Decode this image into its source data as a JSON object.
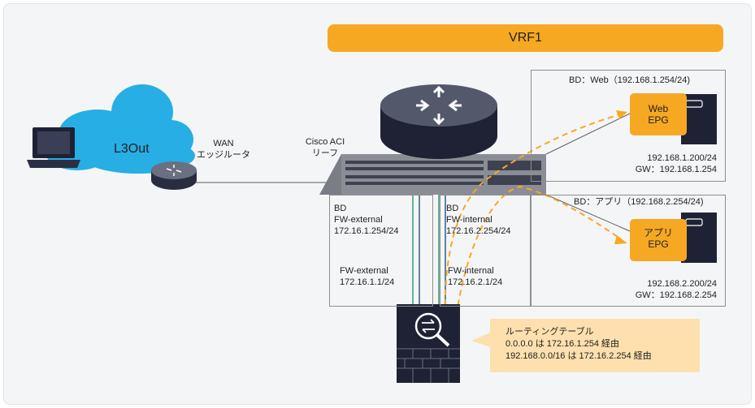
{
  "vrf": {
    "label": "VRF1"
  },
  "cloud": {
    "label": "L3Out"
  },
  "wan_router": {
    "label_line1": "WAN",
    "label_line2": "エッジルータ"
  },
  "leaf": {
    "label_line1": "Cisco ACI",
    "label_line2": "リーフ"
  },
  "bd_web": {
    "title": "BD：Web（192.168.1.254/24)",
    "epg_line1": "Web",
    "epg_line2": "EPG",
    "ip": "192.168.1.200/24",
    "gw": "GW：192.168.1.254"
  },
  "bd_app": {
    "title": "BD：アプリ（192.168.2.254/24)",
    "epg_line1": "アプリ",
    "epg_line2": "EPG",
    "ip": "192.168.2.200/24",
    "gw": "GW：192.168.2.254"
  },
  "bd_fw_external": {
    "line1": "BD",
    "line2": "FW-external",
    "line3": "172.16.1.254/24",
    "iface_name": "FW-external",
    "iface_ip": "172.16.1.1/24"
  },
  "bd_fw_internal": {
    "line1": "BD",
    "line2": "FW-internal",
    "line3": "172.16.2.254/24",
    "iface_name": "FW-internal",
    "iface_ip": "172.16.2.1/24"
  },
  "routing_note": {
    "title": "ルーティングテーブル",
    "line1": "0.0.0.0 は 172.16.1.254 経由",
    "line2": "192.168.0.0/16 は 172.16.2.254 経由"
  },
  "colors": {
    "orange": "#f7a823",
    "note_bg": "#fde0ae",
    "cloud": "#27aee4",
    "device_dark": "#1f2234",
    "link_green": "#3b9a7a"
  },
  "icons": [
    "cloud-icon",
    "laptop-icon",
    "router-icon",
    "switch-icon",
    "server-icon",
    "firewall-icon",
    "magnifier-icon"
  ]
}
